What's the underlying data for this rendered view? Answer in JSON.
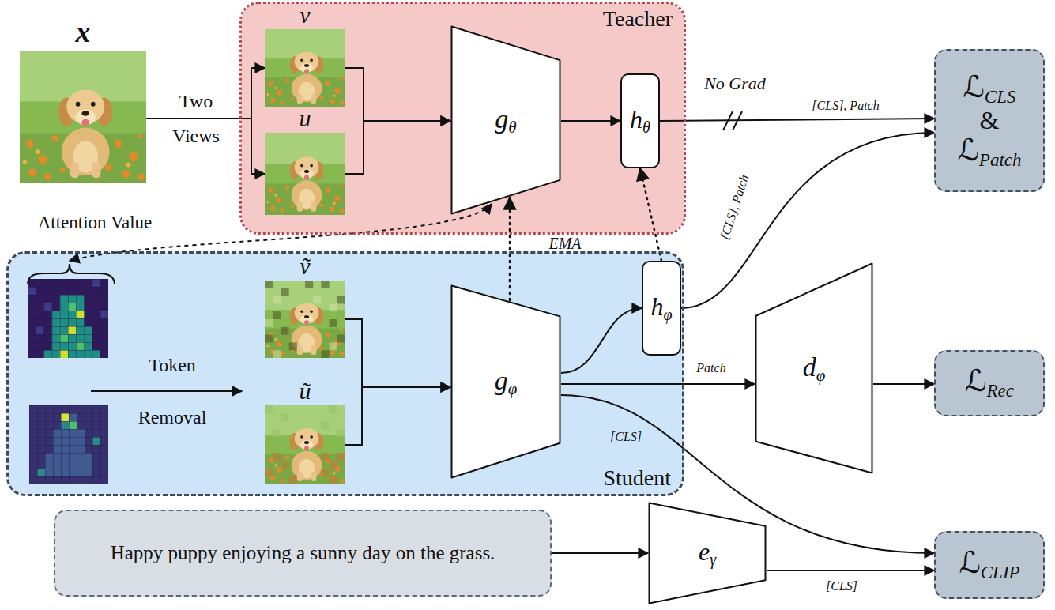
{
  "diagram": {
    "nodes": [
      {
        "text": [
          "x"
        ]
      },
      {
        "text": [
          "Teacher"
        ]
      },
      {
        "text": [
          "v"
        ],
        "in": 1
      },
      {
        "text": [
          "u"
        ],
        "in": 1
      },
      {
        "text": [
          "gθ"
        ],
        "in": 1
      },
      {
        "text": [
          "hθ"
        ],
        "in": 1
      },
      {
        "text": [
          "ℒCLS & ℒPatch"
        ]
      },
      {
        "text": [
          "Student"
        ]
      },
      {
        "text": [
          "ṽ"
        ],
        "in": 7
      },
      {
        "text": [
          "ũ"
        ],
        "in": 7
      },
      {
        "text": [
          "gφ"
        ],
        "in": 7
      },
      {
        "text": [
          "hφ"
        ],
        "in": 7
      },
      {
        "text": [
          "dφ"
        ]
      },
      {
        "text": [
          "ℒRec"
        ]
      },
      {
        "text": [
          "Happy puppy enjoying a sunny day on the grass."
        ]
      },
      {
        "text": [
          "eγ"
        ]
      },
      {
        "text": [
          "ℒCLIP"
        ]
      }
    ],
    "edges": [
      {
        "from": 0,
        "to": 2,
        "arrow": "to",
        "label": "Two Views"
      },
      {
        "from": 0,
        "to": 3,
        "arrow": "to"
      },
      {
        "from": 2,
        "to": 4,
        "arrow": "to"
      },
      {
        "from": 3,
        "to": 4,
        "arrow": "to"
      },
      {
        "from": 4,
        "to": 5,
        "arrow": "to"
      },
      {
        "from": 5,
        "to": 6,
        "arrow": "to",
        "label": "[CLS], Patch"
      },
      {
        "from": 8,
        "to": 10,
        "arrow": "to"
      },
      {
        "from": 9,
        "to": 10,
        "arrow": "to"
      },
      {
        "from": 10,
        "to": 11,
        "arrow": "to"
      },
      {
        "from": 11,
        "to": 6,
        "arrow": "to",
        "label": "[CLS], Patch"
      },
      {
        "from": 10,
        "to": 12,
        "arrow": "to",
        "label": "Patch"
      },
      {
        "from": 12,
        "to": 13,
        "arrow": "to"
      },
      {
        "from": 10,
        "to": 16,
        "arrow": "to",
        "label": "[CLS]"
      },
      {
        "from": 14,
        "to": 15,
        "arrow": "to"
      },
      {
        "from": 15,
        "to": 16,
        "arrow": "to",
        "label": "[CLS]"
      },
      {
        "from": 10,
        "to": 4,
        "arrow": "to"
      },
      {
        "from": 11,
        "to": 5,
        "arrow": "to"
      }
    ],
    "labels": [
      "No Grad",
      "EMA",
      "Attention Value",
      "Token Removal"
    ]
  }
}
